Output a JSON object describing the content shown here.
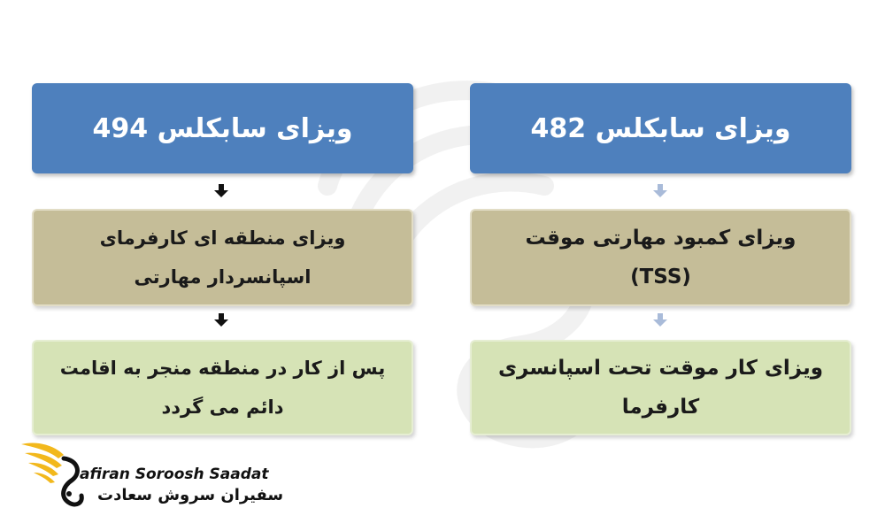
{
  "left_column": {
    "header": "ویزای سابکلس 494",
    "step1_lines": [
      "ویزای منطقه ای کارفرمای",
      "اسپانسردار مهارتی"
    ],
    "step2_lines": [
      "پس از کار در منطقه منجر به اقامت",
      "دائم می گردد"
    ]
  },
  "right_column": {
    "header": "ویزای سابکلس 482",
    "step1_lines": [
      "ویزای کمبود مهارتی موقت",
      "(TSS)"
    ],
    "step2_lines": [
      "ویزای کار موقت تحت اسپانسری",
      "کارفرما"
    ]
  },
  "logo": {
    "name_en": "afiran Soroosh Saadat",
    "name_fa": "سفیران سروش سعادت"
  },
  "colors": {
    "header_blue": "#4e80bd",
    "tan": "#c5bd98",
    "green": "#d6e3b6",
    "arrow_dark": "#111111",
    "arrow_light": "#a9bbd9",
    "logo_gold": "#f2b81c"
  }
}
